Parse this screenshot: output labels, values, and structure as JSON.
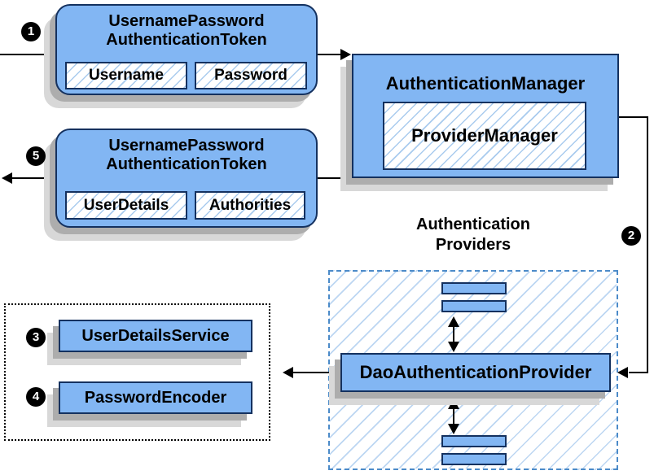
{
  "diagram": {
    "steps": [
      "1",
      "2",
      "3",
      "4",
      "5"
    ],
    "request_token": {
      "title_line1": "UsernamePassword",
      "title_line2": "AuthenticationToken",
      "fields": [
        "Username",
        "Password"
      ]
    },
    "authentication_manager": {
      "title": "AuthenticationManager",
      "inner": "ProviderManager"
    },
    "result_token": {
      "title_line1": "UsernamePassword",
      "title_line2": "AuthenticationToken",
      "fields": [
        "UserDetails",
        "Authorities"
      ]
    },
    "providers": {
      "heading_line1": "Authentication",
      "heading_line2": "Providers",
      "main_provider": "DaoAuthenticationProvider"
    },
    "services": {
      "user_details_service": "UserDetailsService",
      "password_encoder": "PasswordEncoder"
    },
    "colors": {
      "node_fill": "#82B6F3",
      "node_border": "#14315F",
      "hatch_line": "#A9CBEE",
      "dashed_border": "#4C8BC9",
      "dotted_border": "#000000",
      "shadow_dark": "#ADADAD",
      "shadow_light": "#D8D8D8",
      "badge_background": "#000000",
      "badge_text": "#FFFFFF",
      "connector": "#000000"
    }
  }
}
